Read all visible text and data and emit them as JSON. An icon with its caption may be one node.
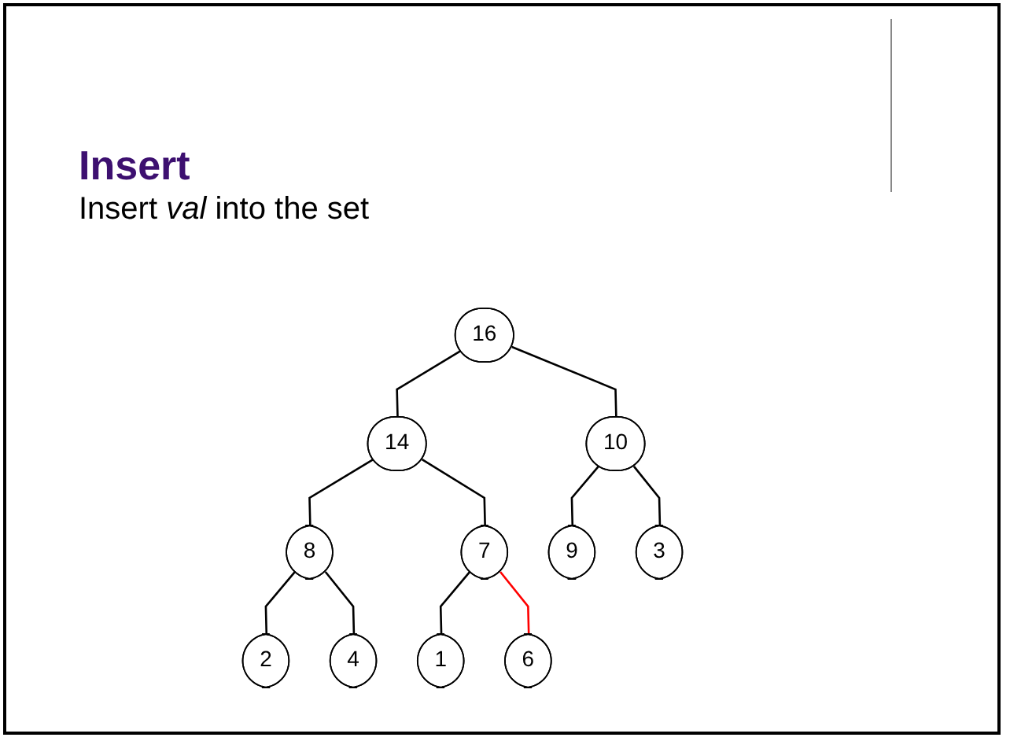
{
  "diagram": {
    "title": "Insert",
    "nodes": [
      {
        "text": [
          "16"
        ]
      },
      {
        "text": [
          "14"
        ]
      },
      {
        "text": [
          "10"
        ]
      },
      {
        "text": [
          "8"
        ]
      },
      {
        "text": [
          "7"
        ]
      },
      {
        "text": [
          "9"
        ]
      },
      {
        "text": [
          "3"
        ]
      },
      {
        "text": [
          "2"
        ]
      },
      {
        "text": [
          "4"
        ]
      },
      {
        "text": [
          "1"
        ]
      },
      {
        "text": [
          "6"
        ]
      }
    ],
    "edges": [
      {
        "from": 0,
        "to": 1,
        "arrow": "none"
      },
      {
        "from": 0,
        "to": 2,
        "arrow": "none"
      },
      {
        "from": 1,
        "to": 3,
        "arrow": "none"
      },
      {
        "from": 1,
        "to": 4,
        "arrow": "none"
      },
      {
        "from": 2,
        "to": 5,
        "arrow": "none"
      },
      {
        "from": 2,
        "to": 6,
        "arrow": "none"
      },
      {
        "from": 3,
        "to": 7,
        "arrow": "none"
      },
      {
        "from": 3,
        "to": 8,
        "arrow": "none"
      },
      {
        "from": 4,
        "to": 9,
        "arrow": "none"
      },
      {
        "from": 4,
        "to": 10,
        "arrow": "none",
        "color": "#ff0000"
      }
    ],
    "labels": [
      "Insert *val* into the set"
    ]
  }
}
